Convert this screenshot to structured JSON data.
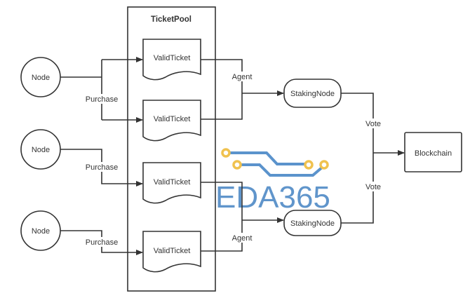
{
  "diagram": {
    "container_title": "TicketPool",
    "nodes": [
      "Node",
      "Node",
      "Node"
    ],
    "tickets": [
      "ValidTicket",
      "ValidTicket",
      "ValidTicket",
      "ValidTicket"
    ],
    "staking_nodes": [
      "StakingNode",
      "StakingNode"
    ],
    "blockchain": "Blockchain",
    "edge_labels": {
      "purchase": [
        "Purchase",
        "Purchase",
        "Purchase"
      ],
      "agent": [
        "Agent",
        "Agent"
      ],
      "vote": [
        "Vote",
        "Vote"
      ]
    }
  },
  "watermark": {
    "text": "EDA365",
    "color": "#4f8ac6",
    "accent": "#f0c24f"
  }
}
